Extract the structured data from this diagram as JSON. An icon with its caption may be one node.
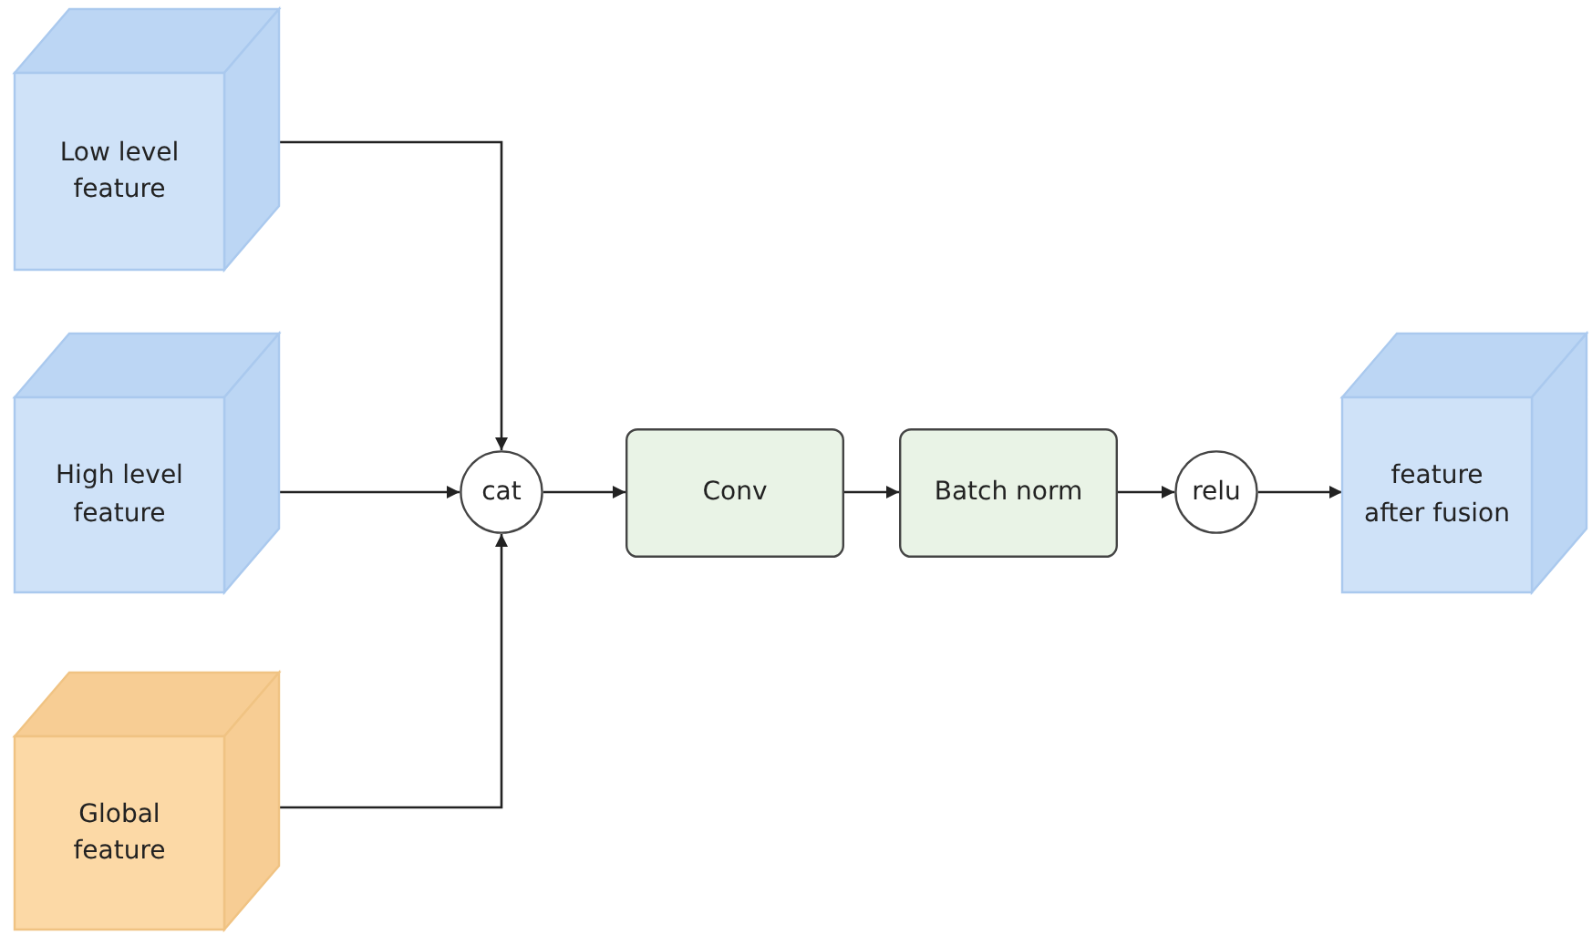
{
  "diagram": {
    "nodes": [
      {
        "text": [
          "Low level feature"
        ]
      },
      {
        "text": [
          "High level feature"
        ]
      },
      {
        "text": [
          "Global feature"
        ]
      },
      {
        "text": [
          "cat"
        ]
      },
      {
        "text": [
          "Conv"
        ]
      },
      {
        "text": [
          "Batch norm"
        ]
      },
      {
        "text": [
          "relu"
        ]
      },
      {
        "text": [
          "feature after fusion"
        ]
      }
    ],
    "edges": [
      {
        "from": 0,
        "to": 3,
        "arrow": "to"
      },
      {
        "from": 1,
        "to": 3,
        "arrow": "to"
      },
      {
        "from": 2,
        "to": 3,
        "arrow": "to"
      },
      {
        "from": 3,
        "to": 4,
        "arrow": "to"
      },
      {
        "from": 4,
        "to": 5,
        "arrow": "to"
      },
      {
        "from": 5,
        "to": 6,
        "arrow": "to"
      },
      {
        "from": 6,
        "to": 7,
        "arrow": "to"
      }
    ]
  }
}
